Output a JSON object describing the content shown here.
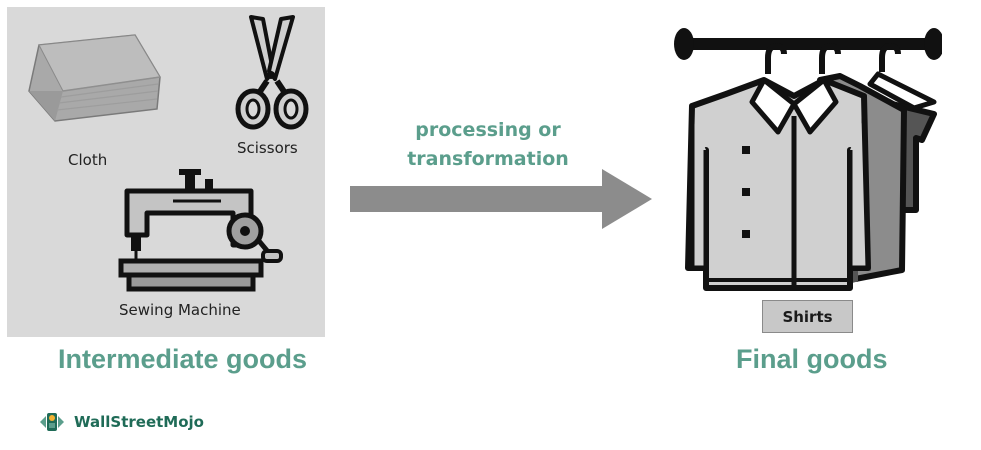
{
  "intermediate": {
    "items": [
      {
        "label": "Cloth",
        "icon": "cloth-icon"
      },
      {
        "label": "Scissors",
        "icon": "scissors-icon"
      },
      {
        "label": "Sewing Machine",
        "icon": "sewing-machine-icon"
      }
    ],
    "caption": "Intermediate goods"
  },
  "arrow": {
    "line1": "processing or",
    "line2": "transformation",
    "icon": "right-arrow-icon"
  },
  "final": {
    "icon": "shirts-on-rack-icon",
    "label": "Shirts",
    "caption": "Final goods"
  },
  "logo": {
    "text": "WallStreetMojo",
    "icon": "wallstreetmojo-logo-icon"
  },
  "colors": {
    "accent": "#5b9e8c",
    "panel": "#d9d9d9",
    "arrow": "#8c8c8c",
    "logo_green": "#1f6b57"
  }
}
